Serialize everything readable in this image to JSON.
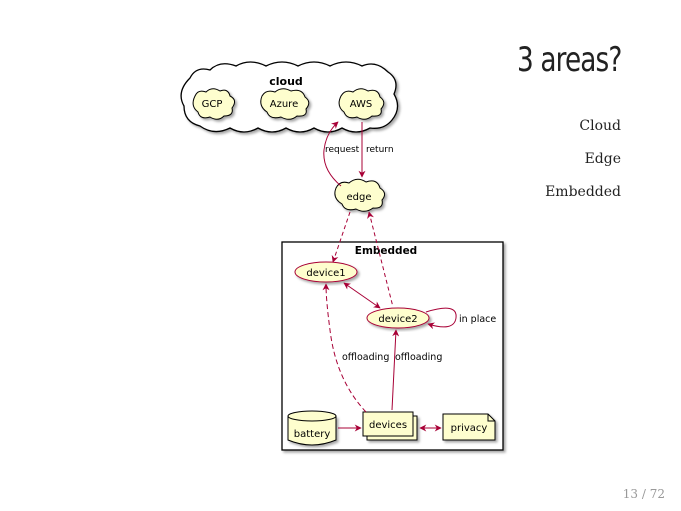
{
  "slide": {
    "title": "3 areas?",
    "bullets": [
      "Cloud",
      "Edge",
      "Embedded"
    ],
    "page_number": "13 / 72"
  },
  "diagram": {
    "cloud_group_label": "cloud",
    "cloud_nodes": [
      "GCP",
      "Azure",
      "AWS"
    ],
    "edge_label": "edge",
    "embedded_group_label": "Embedded",
    "usecases": {
      "device1": "device1",
      "device2": "device2"
    },
    "battery_label": "battery",
    "devices_label": "devices",
    "privacy_label": "privacy",
    "edges": {
      "request": "request",
      "return": "return",
      "in_place": "in place",
      "offloading_left": "offloading",
      "offloading_right": "offloading"
    }
  },
  "colors": {
    "arrow": "#a80036",
    "node_fill": "#fefece",
    "border": "#000000"
  }
}
